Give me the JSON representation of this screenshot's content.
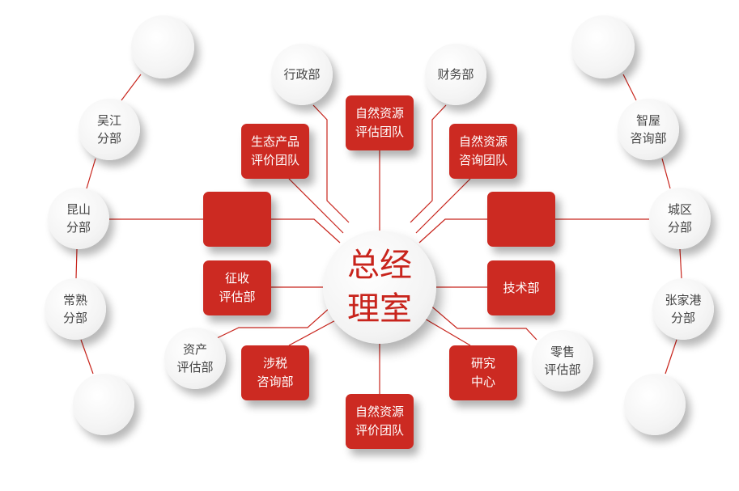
{
  "center": {
    "label": "总经\n理室"
  },
  "colors": {
    "accent": "#cc2a22",
    "line": "#c8241c"
  },
  "circles": {
    "wujiang": "吴江\n分部",
    "kunshan": "昆山\n分部",
    "changshu": "常熟\n分部",
    "xingzheng": "行政部",
    "caiwu": "财务部",
    "zhiwu": "智屋\n咨询部",
    "chengqu": "城区\n分部",
    "zhangjiagang": "张家港\n分部",
    "zichan": "资产\n评估部",
    "lingshou": "零售\n评估部"
  },
  "boxes": {
    "zrzy_pinggu": "自然资源\n评估团队",
    "stcp": "生态产品\n评价团队",
    "zrzy_zixun": "自然资源\n咨询团队",
    "zhengshou": "征收\n评估部",
    "jishu": "技术部",
    "sheshui": "涉税\n咨询部",
    "yanjiu": "研究\n中心",
    "zrzy_pingjia": "自然资源\n评价团队"
  }
}
